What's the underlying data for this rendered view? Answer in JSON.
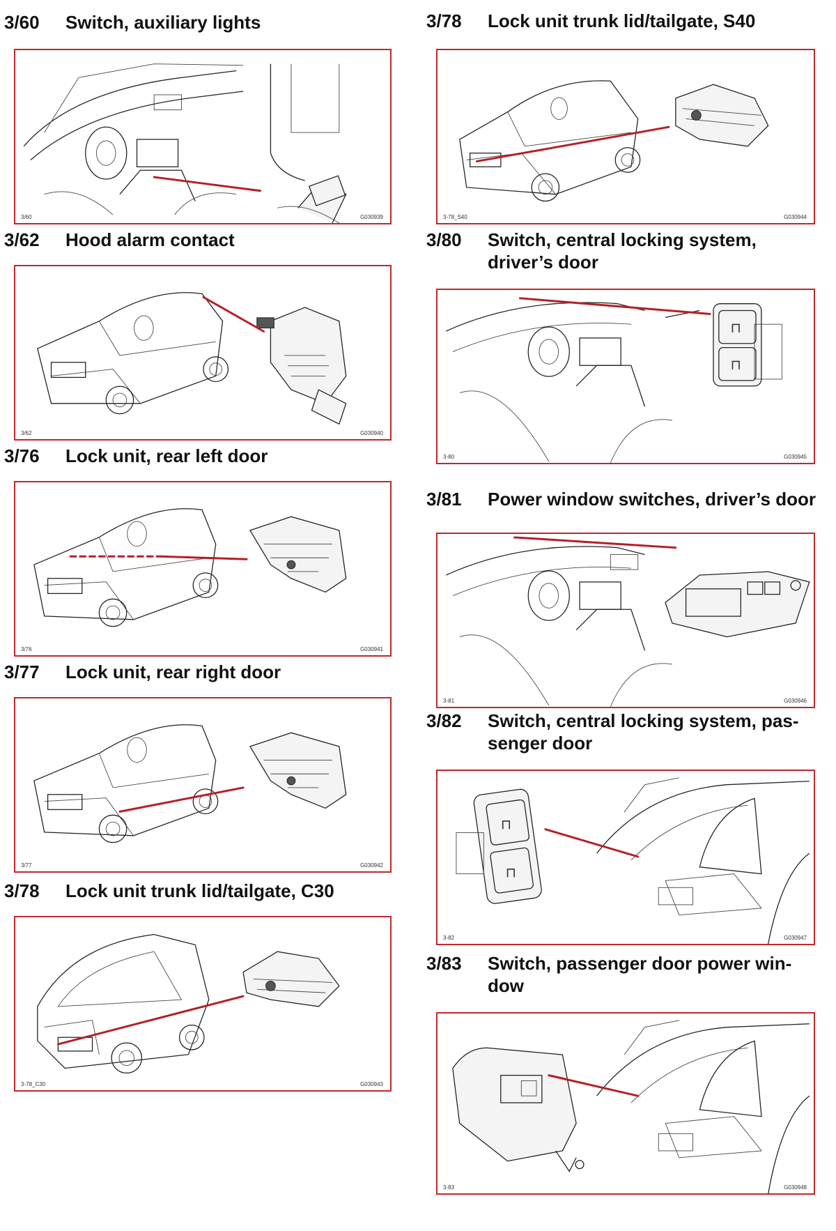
{
  "accent_color": "#c0272d",
  "entries": [
    {
      "id": "e0",
      "number": "3/60",
      "title": [
        "Switch, auxiliary lights"
      ],
      "caption_left": "3/60",
      "caption_right": "G030939",
      "icon": "interior-dashboard-switch"
    },
    {
      "id": "e1",
      "number": "3/62",
      "title": [
        "Hood alarm contact"
      ],
      "caption_left": "3/62",
      "caption_right": "G030940",
      "icon": "car-hood-contact"
    },
    {
      "id": "e2",
      "number": "3/76",
      "title": [
        "Lock unit, rear left door"
      ],
      "caption_left": "3/76",
      "caption_right": "G030941",
      "icon": "car-door-lock-unit"
    },
    {
      "id": "e3",
      "number": "3/77",
      "title": [
        "Lock unit, rear right door"
      ],
      "caption_left": "3/77",
      "caption_right": "G030942",
      "icon": "car-door-lock-unit"
    },
    {
      "id": "e4",
      "number": "3/78",
      "title": [
        "Lock unit trunk lid/tailgate, C30"
      ],
      "caption_left": "3-78_C30",
      "caption_right": "G030943",
      "icon": "tailgate-lock-unit"
    },
    {
      "id": "e5",
      "number": "3/78",
      "title": [
        "Lock unit trunk lid/tailgate, S40"
      ],
      "caption_left": "3-78_S40",
      "caption_right": "G030944",
      "icon": "trunk-lock-unit"
    },
    {
      "id": "e6",
      "number": "3/80",
      "title": [
        "Switch, central locking system,",
        "driver’s door"
      ],
      "caption_left": "3-80",
      "caption_right": "G030945",
      "icon": "central-locking-switch"
    },
    {
      "id": "e7",
      "number": "3/81",
      "title": [
        "Power window switches, driver’s door"
      ],
      "caption_left": "3-81",
      "caption_right": "G030946",
      "icon": "power-window-switch-panel"
    },
    {
      "id": "e8",
      "number": "3/82",
      "title": [
        "Switch, central locking system, pas-",
        "senger door"
      ],
      "caption_left": "3-82",
      "caption_right": "G030947",
      "icon": "central-locking-switch"
    },
    {
      "id": "e9",
      "number": "3/83",
      "title": [
        "Switch, passenger door power win-",
        "dow"
      ],
      "caption_left": "3-83",
      "caption_right": "G030948",
      "icon": "power-window-switch"
    }
  ]
}
